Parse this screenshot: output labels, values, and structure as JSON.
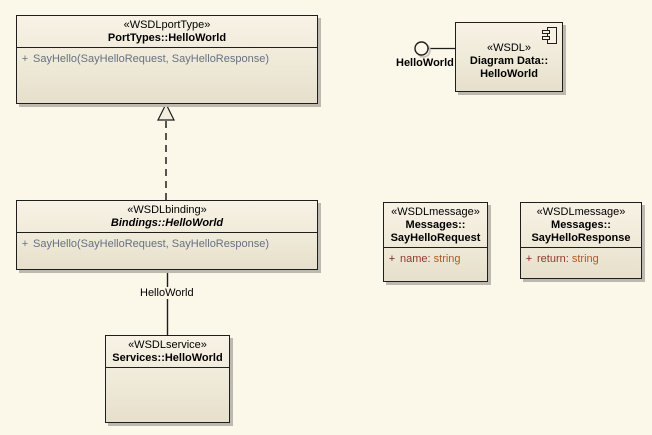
{
  "diagram": {
    "background_color": "#FBF7E9",
    "node_fill_top": "#F7F2E5",
    "node_fill_bottom": "#E6DFCB",
    "border_color": "#1E1E1E",
    "shadow_color": "#BEB9AE",
    "operation_text_color": "#66727F",
    "attribute_name_color": "#8E3B2B",
    "attribute_type_color": "#AD5A26"
  },
  "nodes": {
    "porttype": {
      "stereotype": "«WSDLportType»",
      "name": "PortTypes::HelloWorld",
      "op_vis": "+",
      "op_text": "SayHello(SayHelloRequest, SayHelloResponse)"
    },
    "binding": {
      "stereotype": "«WSDLbinding»",
      "name": "Bindings::HelloWorld",
      "op_vis": "+",
      "op_text": "SayHello(SayHelloRequest, SayHelloResponse)"
    },
    "service": {
      "stereotype": "«WSDLservice»",
      "name": "Services::HelloWorld"
    },
    "component": {
      "stereotype": "«WSDL»",
      "name_line1": "Diagram Data::",
      "name_line2": "HelloWorld"
    },
    "request": {
      "stereotype": "«WSDLmessage»",
      "name_line1": "Messages::",
      "name_line2": "SayHelloRequest",
      "attr_vis": "+",
      "attr_name": "name:",
      "attr_type": "string"
    },
    "response": {
      "stereotype": "«WSDLmessage»",
      "name_line1": "Messages::",
      "name_line2": "SayHelloResponse",
      "attr_vis": "+",
      "attr_name": "return:",
      "attr_type": "string"
    }
  },
  "connectors": {
    "provided_interface_label": "HelloWorld",
    "binding_service_label": "HelloWorld"
  }
}
